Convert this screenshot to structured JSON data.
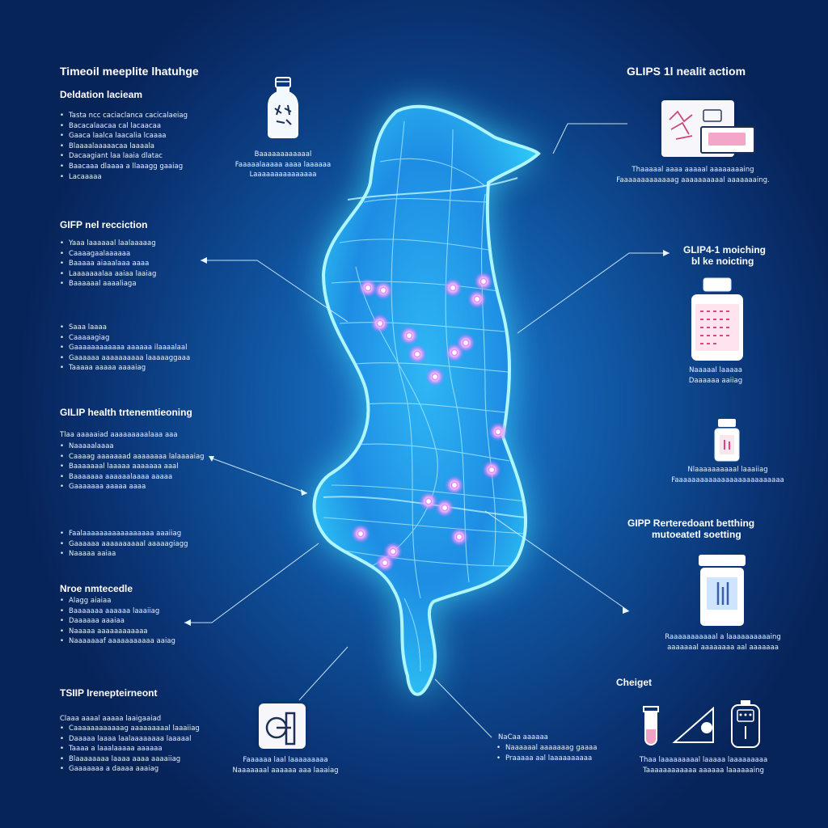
{
  "left": {
    "title": "Timeoil meeplite lhatuhge",
    "s1": {
      "heading": "Deldation lacieam",
      "items": [
        "Tasta ncc caciaclanca cacicalaeiag",
        "Bacacalaacaa cal lacaacaa",
        "Gaaca laalca laacalia lcaaaa",
        "Blaaaalaaaaacaa laaaala",
        "Dacaagiant laa laaia dlatac",
        "Baacaaa dlaaaa a llaaagg gaaiag",
        "Lacaaaaa"
      ]
    },
    "s2": {
      "heading": "GIFP nel recciction",
      "items": [
        "Yaaa laaaaaal laalaaaaag",
        "Caaaagaalaaaaaa",
        "Baaaaa aiaaalaaa aaaa",
        "Laaaaaaalaa aaiaa laaiag",
        "Baaaaaal aaaaliaga"
      ]
    },
    "s3": {
      "items": [
        "Saaa laaaa",
        "Caaaaagiag",
        "Gaaaaaaaaaaaa aaaaaa ilaaaalaal",
        "Gaaaaaa aaaaaaaaaa laaaaaggaaa",
        "Taaaaa aaaaa aaaaiag"
      ]
    },
    "s4": {
      "heading": "GILIP health trtenemtieoning",
      "intro": "Tlaa aaaaaiad aaaaaaaaalaaa aaa",
      "items": [
        "Naaaaalaaaa",
        "Caaaag aaaaaaad aaaaaaaa lalaaaaiag",
        "Baaaaaaal laaaaa aaaaaaa aaal",
        "Baaaaaaa aaaaaalaaaa aaaaa",
        "Gaaaaaaa aaaaa aaaa"
      ]
    },
    "s5": {
      "items": [
        "Faalaaaaaaaaaaaaaaaaa aaaiiag",
        "Gaaaaaa aaaaaaaaaal aaaaagiagg",
        "Naaaaa aaiaa"
      ]
    },
    "s6": {
      "heading": "Nroe nmtecedle",
      "items": [
        "Alagg aiaiaa",
        "Baaaaaaa aaaaaa laaaiiag",
        "Daaaaaa aaaiaa",
        "Naaaaa aaaaaaaaaaaa",
        "Naaaaaaaf aaaaaaaaaaa aaiag"
      ]
    },
    "s7": {
      "heading": "TSIIP Irenepteirneont",
      "intro": "Claaa aaaal aaaaa laaigaaiad",
      "items": [
        "Caaaaaaaaaaaag aaaaaaaaal laaaiiag",
        "Daaaaa laaaa laalaaaaaaaa laaaaal",
        "Taaaa a laaalaaaaa aaaaaa",
        "Blaaaaaaaa laaaa aaaa aaaaiiag",
        "Gaaaaaaa a daaaa aaaiag"
      ]
    }
  },
  "bottom": {
    "vial_caption": [
      "Faaaaaa laal laaaaaaaaa",
      "Naaaaaaal aaaaaa aaa laaaiag"
    ],
    "mid_title": "NaCaa aaaaaa",
    "mid_items": [
      "Naaaaaal aaaaaaag gaaaa",
      "Praaaaa aal laaaaaaaaaa"
    ]
  },
  "top_center": {
    "caption": [
      "Baaaaaaaaaaaal",
      "Faaaaalaaaaa aaaa laaaaaa",
      "Laaaaaaaaaaaaaaa"
    ]
  },
  "right": {
    "title": "GLIPS 1l nealit actiom",
    "card_caption": [
      "Thaaaaal aaaa aaaaal aaaaaaaaing",
      "Faaaaaaaaaaaaag aaaaaaaaaal aaaaaaaing."
    ],
    "s2_title": [
      "GLIP4-1 moiching",
      "bl ke noicting"
    ],
    "bottle_caption": [
      "Naaaaal laaaaa",
      "Daaaaaa aaiiag"
    ],
    "vial_caption": [
      "Nlaaaaaaaaaal laaaiiag",
      "Faaaaaaaaaaaaaaaaaaaaaaaaaa"
    ],
    "s3_title": [
      "GIPP Rerteredoant betthing",
      "mutoeatetl soetting"
    ],
    "jar_caption": [
      "Raaaaaaaaaaal a laaaaaaaaaaing",
      "aaaaaaal aaaaaaaa aal aaaaaaa"
    ],
    "s4_title": "Cheiget",
    "s4_caption": [
      "Thaa laaaaaaaaal laaaaa laaaaaaaaa",
      "Taaaaaaaaaaaa aaaaaa laaaaaaing"
    ]
  },
  "colors": {
    "bg_center": "#1c7fd6",
    "bg_edge": "#072459",
    "organ_glow": "#3fe0ff",
    "node": "#e28cff"
  }
}
